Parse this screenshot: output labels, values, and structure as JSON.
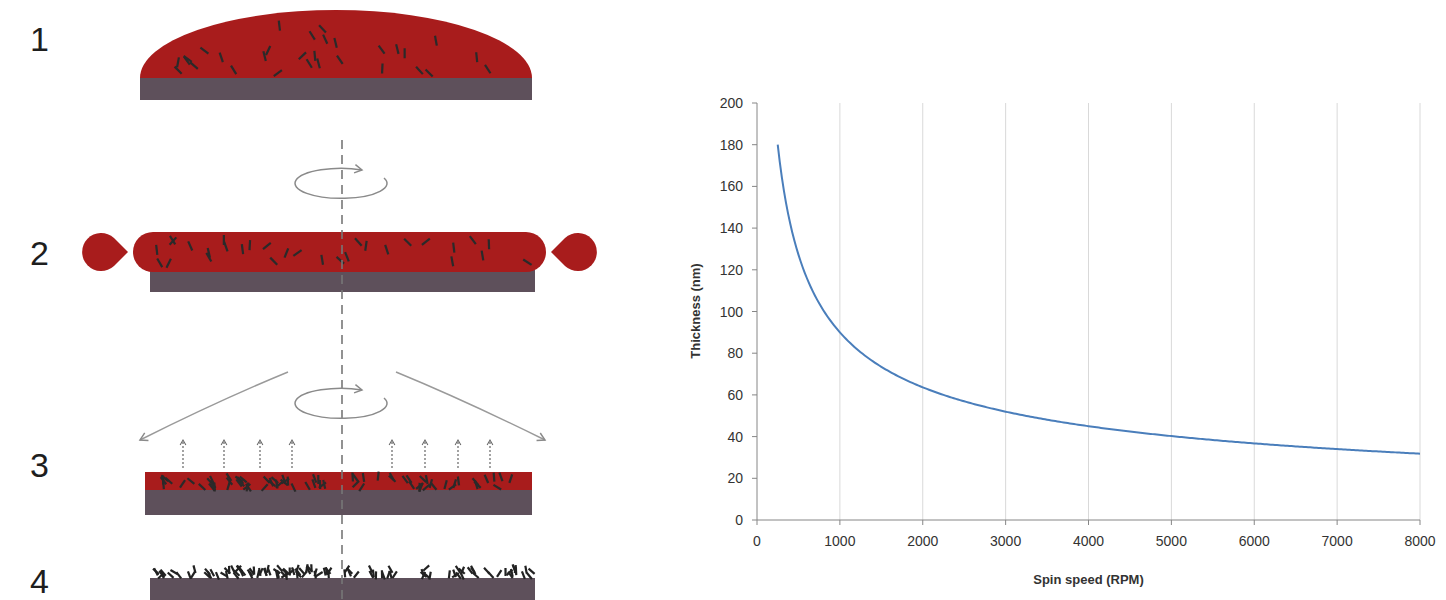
{
  "diagram": {
    "labels": [
      "1",
      "2",
      "3",
      "4",
      "0",
      "20",
      "40",
      "60",
      "80",
      "100",
      "120",
      "140",
      "160",
      "180",
      "200",
      "0",
      "1000",
      "2000",
      "3000",
      "4000",
      "5000",
      "6000",
      "7000",
      "8000",
      "Thickness (nm)",
      "Spin speed (RPM)"
    ]
  }
}
